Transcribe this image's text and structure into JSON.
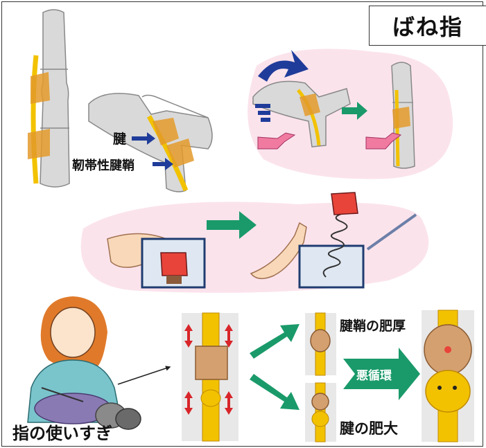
{
  "title": "ばね指",
  "labels": {
    "tendon": "腱",
    "sheath": "靭帯性腱鞘",
    "sheath_thickening": "腱鞘の肥厚",
    "vicious_cycle": "悪循環",
    "tendon_enlargement": "腱の肥大",
    "overuse": "指の使いすぎ"
  },
  "colors": {
    "pink_bg": "#fbe3ec",
    "tendon": "#f2c200",
    "tendon_band": "#e39a2a",
    "bone": "#d9d9d9",
    "green_arrow": "#1a9a6a",
    "blue_arrow": "#1f3c9a",
    "red_arrow": "#d8252a",
    "fist": "#e8443a"
  }
}
